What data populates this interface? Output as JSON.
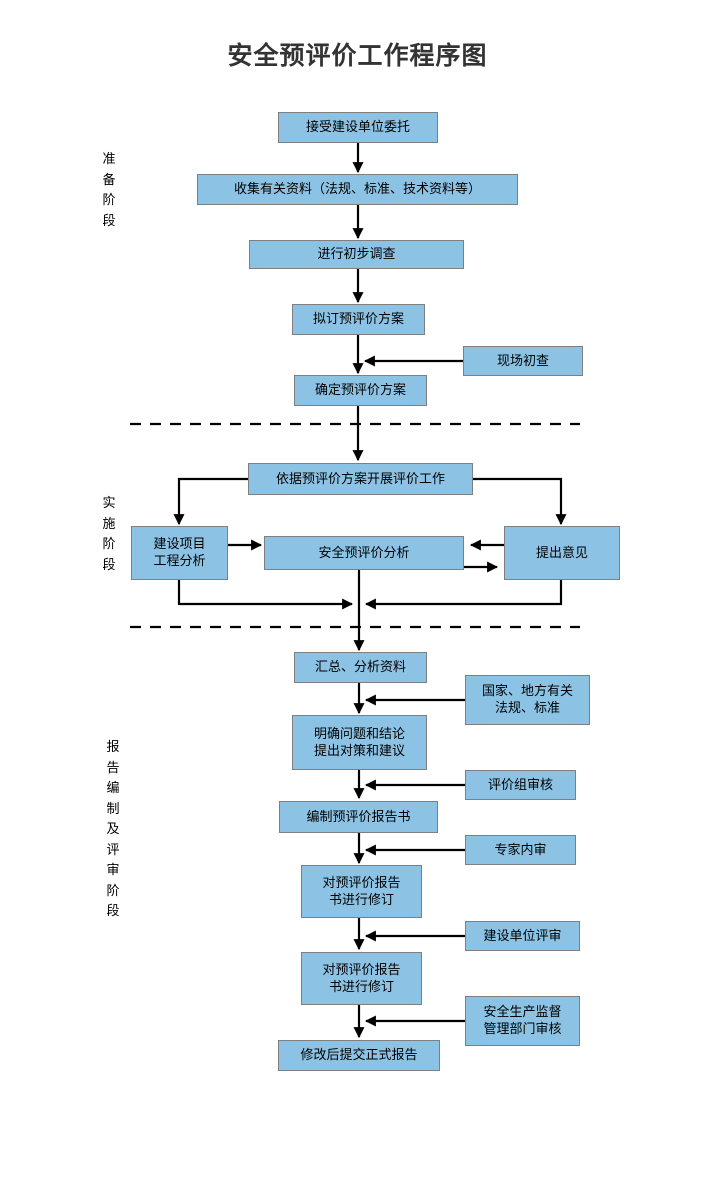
{
  "title": "安全预评价工作程序图",
  "theme": {
    "node_fill": "#8CC3E5",
    "node_border": "#7F7F7F",
    "edge_color": "#000000",
    "divider_color": "#000000",
    "title_color": "#333333",
    "background": "#FFFFFF"
  },
  "stage_labels": [
    {
      "text": "准\n备\n阶\n段",
      "name": "stage-label-preparation"
    },
    {
      "text": "实\n施\n阶\n段",
      "name": "stage-label-implementation"
    },
    {
      "text": "报\n告\n编\n制\n及\n评\n审\n阶\n段",
      "name": "stage-label-report-and-review"
    }
  ],
  "nodes": {
    "n1": {
      "label": "接受建设单位委托"
    },
    "n2": {
      "label": "收集有关资料（法规、标准、技术资料等）"
    },
    "n3": {
      "label": "进行初步调查"
    },
    "n4": {
      "label": "拟订预评价方案"
    },
    "n5": {
      "label": "现场初查"
    },
    "n6": {
      "label": "确定预评价方案"
    },
    "n7": {
      "label": "依据预评价方案开展评价工作"
    },
    "n8": {
      "label": "建设项目\n工程分析"
    },
    "n9": {
      "label": "安全预评价分析"
    },
    "n10": {
      "label": "提出意见"
    },
    "n11": {
      "label": "汇总、分析资料"
    },
    "n12": {
      "label": "国家、地方有关\n法规、标准"
    },
    "n13": {
      "label": "明确问题和结论\n提出对策和建议"
    },
    "n14": {
      "label": "评价组审核"
    },
    "n15": {
      "label": "编制预评价报告书"
    },
    "n16": {
      "label": "专家内审"
    },
    "n17": {
      "label": "对预评价报告\n书进行修订"
    },
    "n18": {
      "label": "建设单位评审"
    },
    "n19": {
      "label": "对预评价报告\n书进行修订"
    },
    "n20": {
      "label": "安全生产监督\n管理部门审核"
    },
    "n21": {
      "label": "修改后提交正式报告"
    }
  },
  "dividers": [
    {
      "name": "stage-divider-1"
    },
    {
      "name": "stage-divider-2"
    }
  ]
}
